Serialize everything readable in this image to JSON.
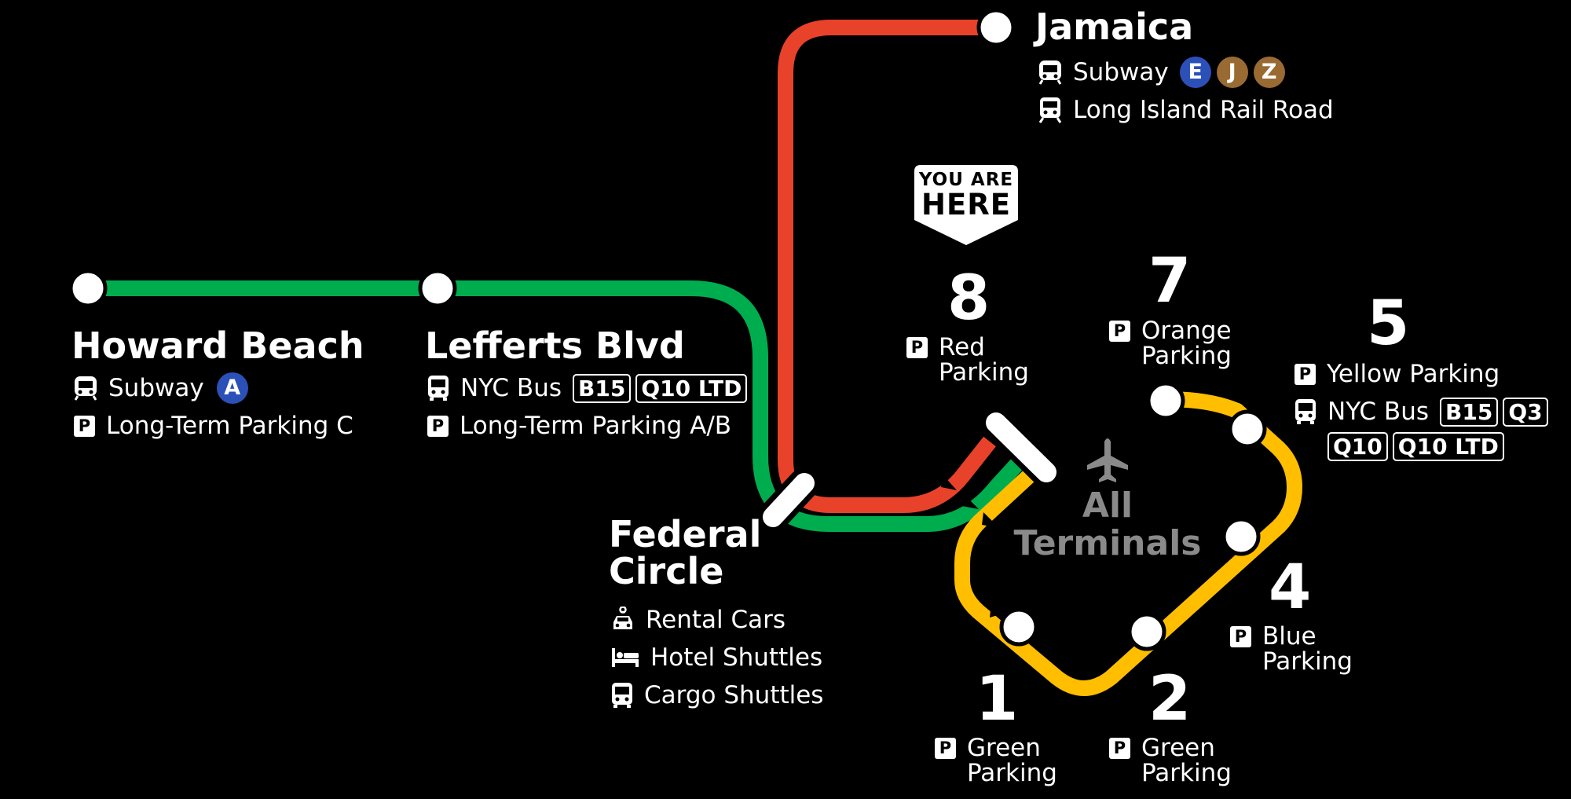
{
  "colors": {
    "background": "#000000",
    "green": "#00ad4e",
    "red": "#e8422b",
    "yellow": "#ffbe00",
    "terminals_grey": "#8a8a8a",
    "subway_a": "#2b50b8",
    "subway_e": "#2b50b8",
    "subway_jz": "#9a6a33"
  },
  "jamaica": {
    "name": "Jamaica",
    "rows": [
      {
        "icon": "subway-icon",
        "text": "Subway",
        "bullets": [
          "E",
          "J",
          "Z"
        ]
      },
      {
        "icon": "train-icon",
        "text": "Long Island Rail Road"
      }
    ]
  },
  "howard_beach": {
    "name": "Howard Beach",
    "subway_text": "Subway",
    "subway_bullet": "A",
    "parking_text": "Long-Term Parking C"
  },
  "lefferts": {
    "name": "Lefferts Blvd",
    "bus_text": "NYC Bus",
    "bus_routes": [
      "B15",
      "Q10 LTD"
    ],
    "parking_text": "Long-Term Parking A/B"
  },
  "federal_circle": {
    "name_line1": "Federal",
    "name_line2": "Circle",
    "services": [
      {
        "icon": "rental-car-icon",
        "text": "Rental Cars"
      },
      {
        "icon": "hotel-bed-icon",
        "text": "Hotel Shuttles"
      },
      {
        "icon": "cargo-bus-icon",
        "text": "Cargo Shuttles"
      }
    ]
  },
  "you_are_here": {
    "line1": "YOU ARE",
    "line2": "HERE"
  },
  "terminal_8": {
    "number": "8",
    "parking_line1": "Red",
    "parking_line2": "Parking"
  },
  "terminal_7": {
    "number": "7",
    "parking_line1": "Orange",
    "parking_line2": "Parking"
  },
  "terminal_5": {
    "number": "5",
    "parking_text": "Yellow Parking",
    "bus_text": "NYC Bus",
    "bus_routes_line1": [
      "B15",
      "Q3"
    ],
    "bus_routes_line2": [
      "Q10",
      "Q10 LTD"
    ]
  },
  "terminal_4": {
    "number": "4",
    "parking_line1": "Blue",
    "parking_line2": "Parking"
  },
  "terminal_1": {
    "number": "1",
    "parking_line1": "Green",
    "parking_line2": "Parking"
  },
  "terminal_2": {
    "number": "2",
    "parking_line1": "Green",
    "parking_line2": "Parking"
  },
  "all_terminals": {
    "line1": "All",
    "line2": "Terminals",
    "icon": "airplane-icon"
  },
  "parking_symbol": "P"
}
